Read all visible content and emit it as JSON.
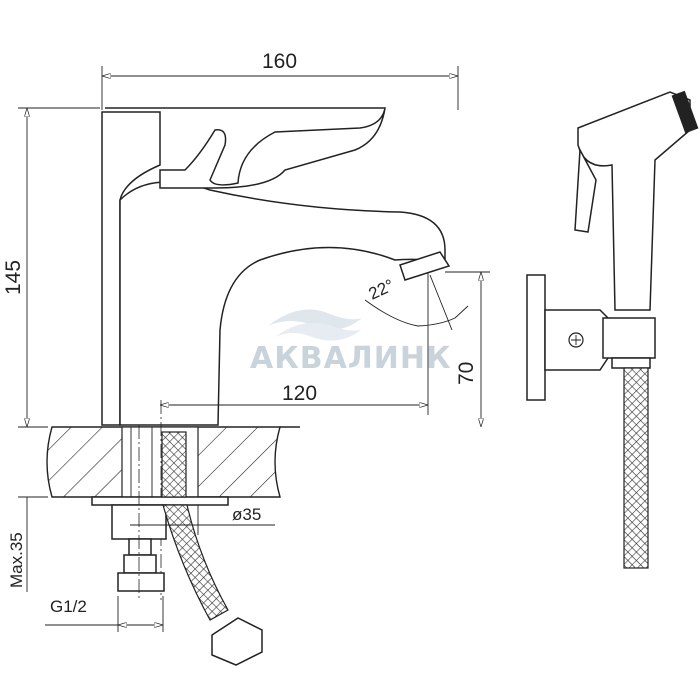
{
  "drawing": {
    "dimensions": {
      "width_total": "160",
      "height_total": "145",
      "spout_reach": "120",
      "spout_height": "70",
      "spout_angle": "22°",
      "hole_diameter": "ø35",
      "max_countertop": "Max.35",
      "thread": "G1/2"
    },
    "watermark": "АКВАЛИНК",
    "colors": {
      "line": "#222222",
      "watermark": "#c9d3dc"
    }
  }
}
